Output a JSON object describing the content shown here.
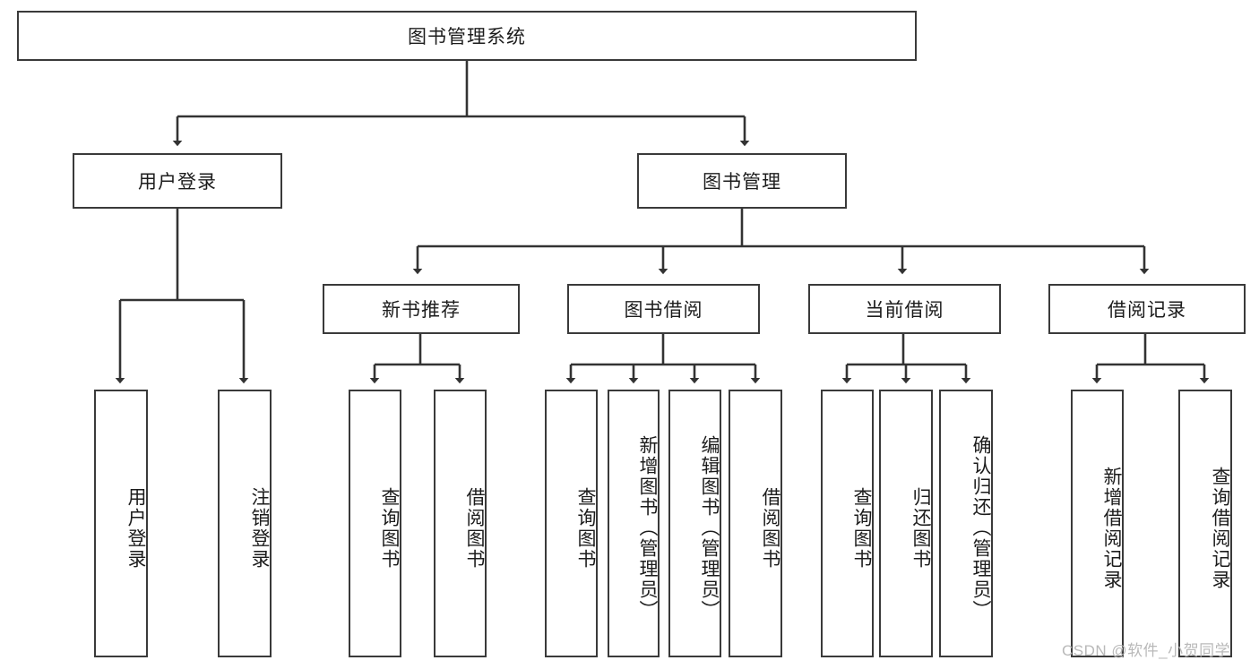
{
  "diagram": {
    "type": "tree",
    "title": "图书管理系统",
    "watermark": "CSDN @软件_小贺同学",
    "colors": {
      "background": "#ffffff",
      "node_border": "#3a3a3a",
      "node_fill": "#ffffff",
      "edge": "#333333",
      "text": "#1c1c1c",
      "watermark": "#b9b9b9"
    },
    "root": {
      "label": "图书管理系统"
    },
    "level1": [
      {
        "label": "用户登录"
      },
      {
        "label": "图书管理"
      }
    ],
    "level2": [
      {
        "label": "新书推荐"
      },
      {
        "label": "图书借阅"
      },
      {
        "label": "当前借阅"
      },
      {
        "label": "借阅记录"
      }
    ],
    "leaves": {
      "user_login": [
        {
          "label": "用户登录"
        },
        {
          "label": "注销登录"
        }
      ],
      "new_book_recommend": [
        {
          "label": "查询图书"
        },
        {
          "label": "借阅图书"
        }
      ],
      "book_borrow": [
        {
          "label": "查询图书"
        },
        {
          "label": "新增图书（管理员）"
        },
        {
          "label": "编辑图书（管理员）"
        },
        {
          "label": "借阅图书"
        }
      ],
      "current_borrow": [
        {
          "label": "查询图书"
        },
        {
          "label": "归还图书"
        },
        {
          "label": "确认归还（管理员）"
        }
      ],
      "borrow_record": [
        {
          "label": "新增借阅记录"
        },
        {
          "label": "查询借阅记录"
        }
      ]
    }
  }
}
